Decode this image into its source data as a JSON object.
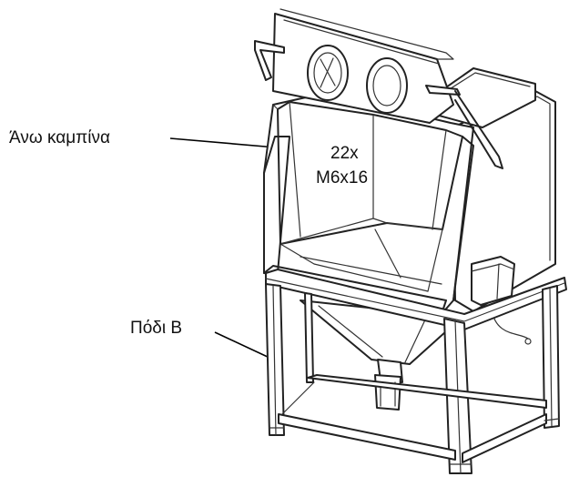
{
  "labels": {
    "upper_cabinet": "Άνω καμπίνα",
    "bolt_count": "22x",
    "bolt_size": "M6x16",
    "leg": "Πόδι Β"
  }
}
